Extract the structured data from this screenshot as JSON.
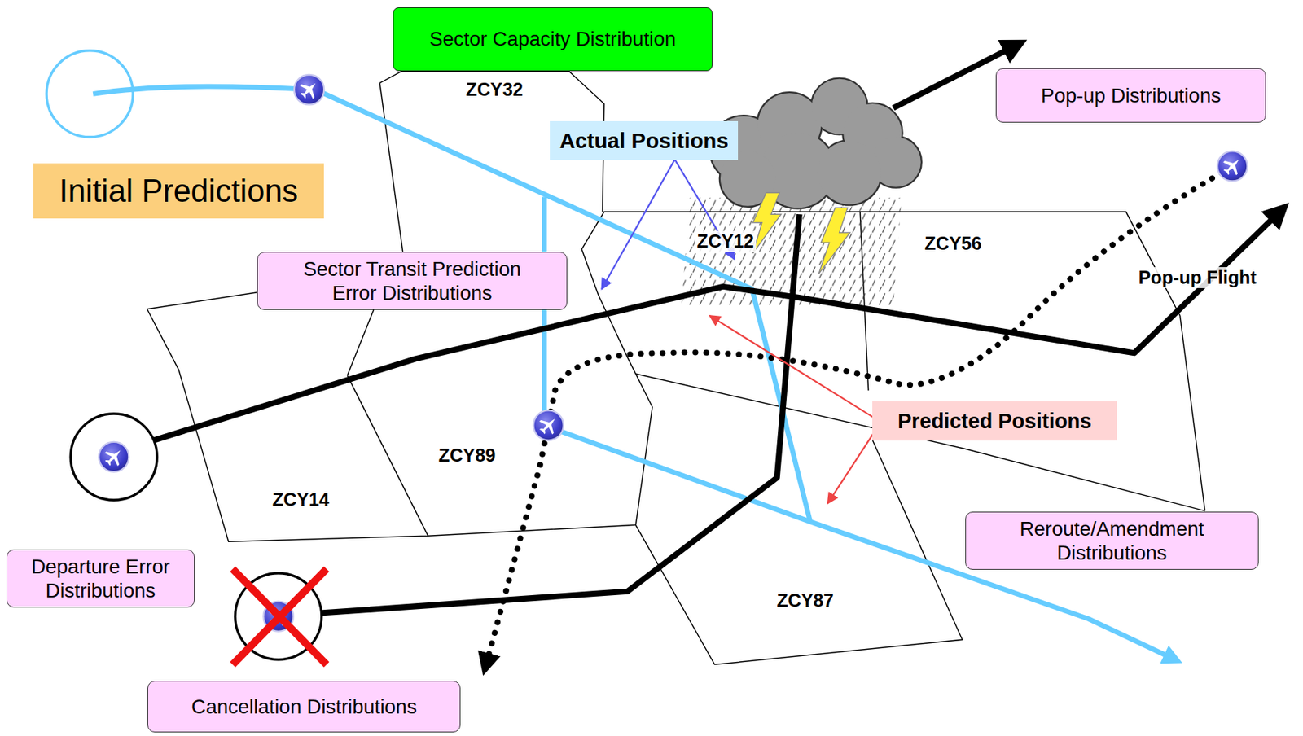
{
  "diagram": {
    "nodes": [
      {
        "text": [
          "Sector Capacity Distribution"
        ]
      },
      {
        "text": [
          "Initial Predictions"
        ]
      },
      {
        "text": [
          "Pop-up Distributions"
        ]
      },
      {
        "text": [
          "Actual Positions"
        ]
      },
      {
        "text": [
          "Sector Transit Prediction Error Distributions"
        ]
      },
      {
        "text": [
          "Predicted Positions"
        ]
      },
      {
        "text": [
          "Reroute/Amendment Distributions"
        ]
      },
      {
        "text": [
          "Departure Error Distributions"
        ]
      },
      {
        "text": [
          "Cancellation Distributions"
        ]
      }
    ],
    "labels": [
      "ZCY32",
      "ZCY12",
      "ZCY56",
      "ZCY89",
      "ZCY14",
      "ZCY87",
      "Pop-up Flight"
    ]
  }
}
